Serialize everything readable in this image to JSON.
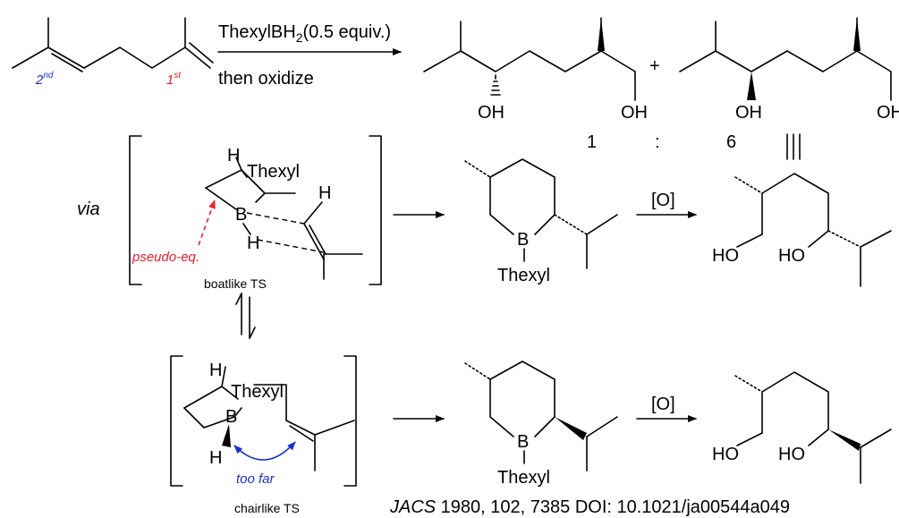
{
  "colors": {
    "red": "#e8202a",
    "blue": "#1a2fd0",
    "black": "#000000"
  },
  "reagents": {
    "line1": "ThexylBH",
    "line1_sub": "2",
    "line1_tail": "(0.5 equiv.)",
    "line2": "then oxidize"
  },
  "starting_material": {
    "label_2nd": "2",
    "label_2nd_sup": "nd",
    "label_1st": "1",
    "label_1st_sup": "st"
  },
  "products": {
    "plus": "+",
    "oh": "OH",
    "ratio_left": "1",
    "ratio_colon": ":",
    "ratio_right": "6"
  },
  "mechanism": {
    "via": "via",
    "h": "H",
    "b": "B",
    "thexyl": "Thexyl",
    "pseudo_eq": "pseudo-eq.",
    "boat_caption": "boatlike TS",
    "chair_caption": "chairlike TS",
    "too_far": "too far",
    "oxidant": "[O]",
    "ho": "HO"
  },
  "citation": {
    "journal": "JACS",
    "rest": " 1980, 102, 7385 DOI: 10.1021/ja00544a049"
  }
}
